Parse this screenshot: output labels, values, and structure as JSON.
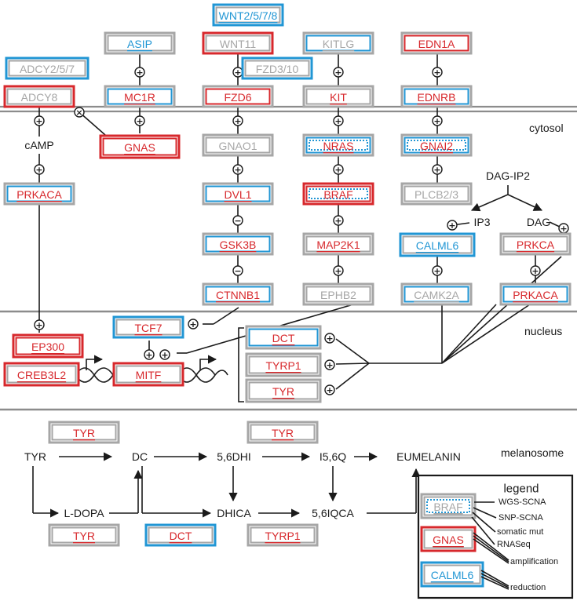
{
  "colors": {
    "red": "#d7282c",
    "blue": "#2196d4",
    "gray": "#a6a6a6",
    "dark": "#1a1a1a"
  },
  "compartments": {
    "cytosol": "cytosol",
    "nucleus": "nucleus",
    "melanosome": "melanosome"
  },
  "genes": [
    {
      "id": "wnt2578",
      "label": "WNT2/5/7/8",
      "text": "blue",
      "outer": "blue",
      "inner": "gray",
      "dotted": false
    },
    {
      "id": "asip",
      "label": "ASIP",
      "text": "blue",
      "outer": "gray",
      "inner": "gray",
      "dotted": false
    },
    {
      "id": "wnt11",
      "label": "WNT11",
      "text": "gray",
      "outer": "red",
      "inner": "gray",
      "dotted": false
    },
    {
      "id": "kitlg",
      "label": "KITLG",
      "text": "gray",
      "outer": "gray",
      "inner": "blue",
      "dotted": false
    },
    {
      "id": "edn1a",
      "label": "EDN1A",
      "text": "red",
      "outer": "gray",
      "inner": "red",
      "dotted": false
    },
    {
      "id": "adcy257",
      "label": "ADCY2/5/7",
      "text": "gray",
      "outer": "blue",
      "inner": "gray",
      "dotted": false
    },
    {
      "id": "fzd310",
      "label": "FZD3/10",
      "text": "gray",
      "outer": "blue",
      "inner": "gray",
      "dotted": false
    },
    {
      "id": "adcy8",
      "label": "ADCY8",
      "text": "gray",
      "outer": "red",
      "inner": "gray",
      "dotted": false
    },
    {
      "id": "mc1r",
      "label": "MC1R",
      "text": "red",
      "outer": "gray",
      "inner": "blue",
      "dotted": false
    },
    {
      "id": "fzd6",
      "label": "FZD6",
      "text": "red",
      "outer": "gray",
      "inner": "red",
      "dotted": false
    },
    {
      "id": "kit",
      "label": "KIT",
      "text": "red",
      "outer": "gray",
      "inner": "gray",
      "dotted": false
    },
    {
      "id": "ednrb",
      "label": "EDNRB",
      "text": "red",
      "outer": "gray",
      "inner": "blue",
      "dotted": false
    },
    {
      "id": "gnas",
      "label": "GNAS",
      "text": "red",
      "outer": "red",
      "inner": "red",
      "dotted": false
    },
    {
      "id": "gnao1",
      "label": "GNAO1",
      "text": "gray",
      "outer": "gray",
      "inner": "gray",
      "dotted": false
    },
    {
      "id": "nras",
      "label": "NRAS",
      "text": "red",
      "outer": "gray",
      "inner": "blue",
      "dotted": true
    },
    {
      "id": "gnai2",
      "label": "GNAI2",
      "text": "red",
      "outer": "gray",
      "inner": "blue",
      "dotted": true
    },
    {
      "id": "prkaca1",
      "label": "PRKACA",
      "text": "red",
      "outer": "gray",
      "inner": "blue",
      "dotted": false
    },
    {
      "id": "dvl1",
      "label": "DVL1",
      "text": "red",
      "outer": "gray",
      "inner": "blue",
      "dotted": false
    },
    {
      "id": "braf",
      "label": "BRAF",
      "text": "red",
      "outer": "red",
      "inner": "red",
      "dotted": true
    },
    {
      "id": "plcb23",
      "label": "PLCB2/3",
      "text": "gray",
      "outer": "gray",
      "inner": "gray",
      "dotted": false
    },
    {
      "id": "gsk3b",
      "label": "GSK3B",
      "text": "red",
      "outer": "gray",
      "inner": "blue",
      "dotted": false
    },
    {
      "id": "map2k1",
      "label": "MAP2K1",
      "text": "red",
      "outer": "gray",
      "inner": "gray",
      "dotted": false
    },
    {
      "id": "calml6",
      "label": "CALML6",
      "text": "blue",
      "outer": "blue",
      "inner": "gray",
      "dotted": false
    },
    {
      "id": "prkca",
      "label": "PRKCA",
      "text": "red",
      "outer": "gray",
      "inner": "gray",
      "dotted": false
    },
    {
      "id": "ctnnb1",
      "label": "CTNNB1",
      "text": "red",
      "outer": "gray",
      "inner": "blue",
      "dotted": false
    },
    {
      "id": "ephb2",
      "label": "EPHB2",
      "text": "gray",
      "outer": "gray",
      "inner": "gray",
      "dotted": false
    },
    {
      "id": "camk2a",
      "label": "CAMK2A",
      "text": "gray",
      "outer": "gray",
      "inner": "blue",
      "dotted": false
    },
    {
      "id": "prkaca2",
      "label": "PRKACA",
      "text": "red",
      "outer": "gray",
      "inner": "blue",
      "dotted": false
    },
    {
      "id": "tcf7",
      "label": "TCF7",
      "text": "red",
      "outer": "blue",
      "inner": "gray",
      "dotted": false
    },
    {
      "id": "ep300",
      "label": "EP300",
      "text": "red",
      "outer": "red",
      "inner": "red",
      "dotted": false
    },
    {
      "id": "creb3l2",
      "label": "CREB3L2",
      "text": "red",
      "outer": "red",
      "inner": "gray",
      "dotted": false
    },
    {
      "id": "mitf",
      "label": "MITF",
      "text": "red",
      "outer": "red",
      "inner": "gray",
      "dotted": false
    },
    {
      "id": "dct1",
      "label": "DCT",
      "text": "red",
      "outer": "gray",
      "inner": "blue",
      "dotted": false
    },
    {
      "id": "tyrp1a",
      "label": "TYRP1",
      "text": "red",
      "outer": "gray",
      "inner": "gray",
      "dotted": false
    },
    {
      "id": "tyr1",
      "label": "TYR",
      "text": "red",
      "outer": "gray",
      "inner": "gray",
      "dotted": false
    },
    {
      "id": "tyr2",
      "label": "TYR",
      "text": "red",
      "outer": "gray",
      "inner": "gray",
      "dotted": false
    },
    {
      "id": "tyr3",
      "label": "TYR",
      "text": "red",
      "outer": "gray",
      "inner": "gray",
      "dotted": false
    },
    {
      "id": "tyr4",
      "label": "TYR",
      "text": "red",
      "outer": "gray",
      "inner": "gray",
      "dotted": false
    },
    {
      "id": "dct2",
      "label": "DCT",
      "text": "red",
      "outer": "blue",
      "inner": "gray",
      "dotted": false
    },
    {
      "id": "tyrp1b",
      "label": "TYRP1",
      "text": "red",
      "outer": "gray",
      "inner": "gray",
      "dotted": false
    }
  ],
  "labels": {
    "camp": "cAMP",
    "dag_ip2": "DAG-IP2",
    "ip3": "IP3",
    "dag": "DAG",
    "tyr_m": "TYR",
    "dc": "DC",
    "dhi": "5,6DHI",
    "i56q": "I5,6Q",
    "eumelanin": "EUMELANIN",
    "ldopa": "L-DOPA",
    "dhica": "DHICA",
    "iqca": "5,6IQCA"
  },
  "legend": {
    "title": "legend",
    "braf": "BRAF",
    "gnas": "GNAS",
    "calml6": "CALML6",
    "wgs": "WGS-SCNA",
    "snp": "SNP-SCNA",
    "somatic": "somatic mut",
    "rnaseq": "RNASeq",
    "amplification": "amplification",
    "reduction": "reduction"
  }
}
